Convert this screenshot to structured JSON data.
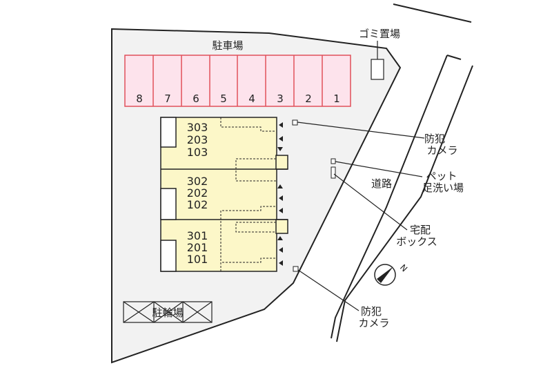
{
  "site": {
    "colors": {
      "lot": "#f2f2f2",
      "parking_fill": "#fde3ec",
      "parking_stroke": "#e0505a",
      "building_fill": "#fcf7c8",
      "road": "#ffffff",
      "line": "#222222"
    }
  },
  "parking": {
    "title": "駐車場",
    "spaces": [
      "8",
      "7",
      "6",
      "5",
      "4",
      "3",
      "2",
      "1"
    ]
  },
  "garbage": {
    "label": "ゴミ置場"
  },
  "building": {
    "units": [
      {
        "rooms": [
          "303",
          "203",
          "103"
        ]
      },
      {
        "rooms": [
          "302",
          "202",
          "102"
        ]
      },
      {
        "rooms": [
          "301",
          "201",
          "101"
        ]
      }
    ]
  },
  "labels": {
    "camera_top_1": "防犯",
    "camera_top_2": "カメラ",
    "pet_1": "ペット",
    "pet_2": "足洗い場",
    "road": "道路",
    "delivery_1": "宅配",
    "delivery_2": "ボックス",
    "camera_bottom_1": "防犯",
    "camera_bottom_2": "カメラ",
    "bicycle": "駐輪場"
  },
  "compass": {
    "north": "N"
  }
}
